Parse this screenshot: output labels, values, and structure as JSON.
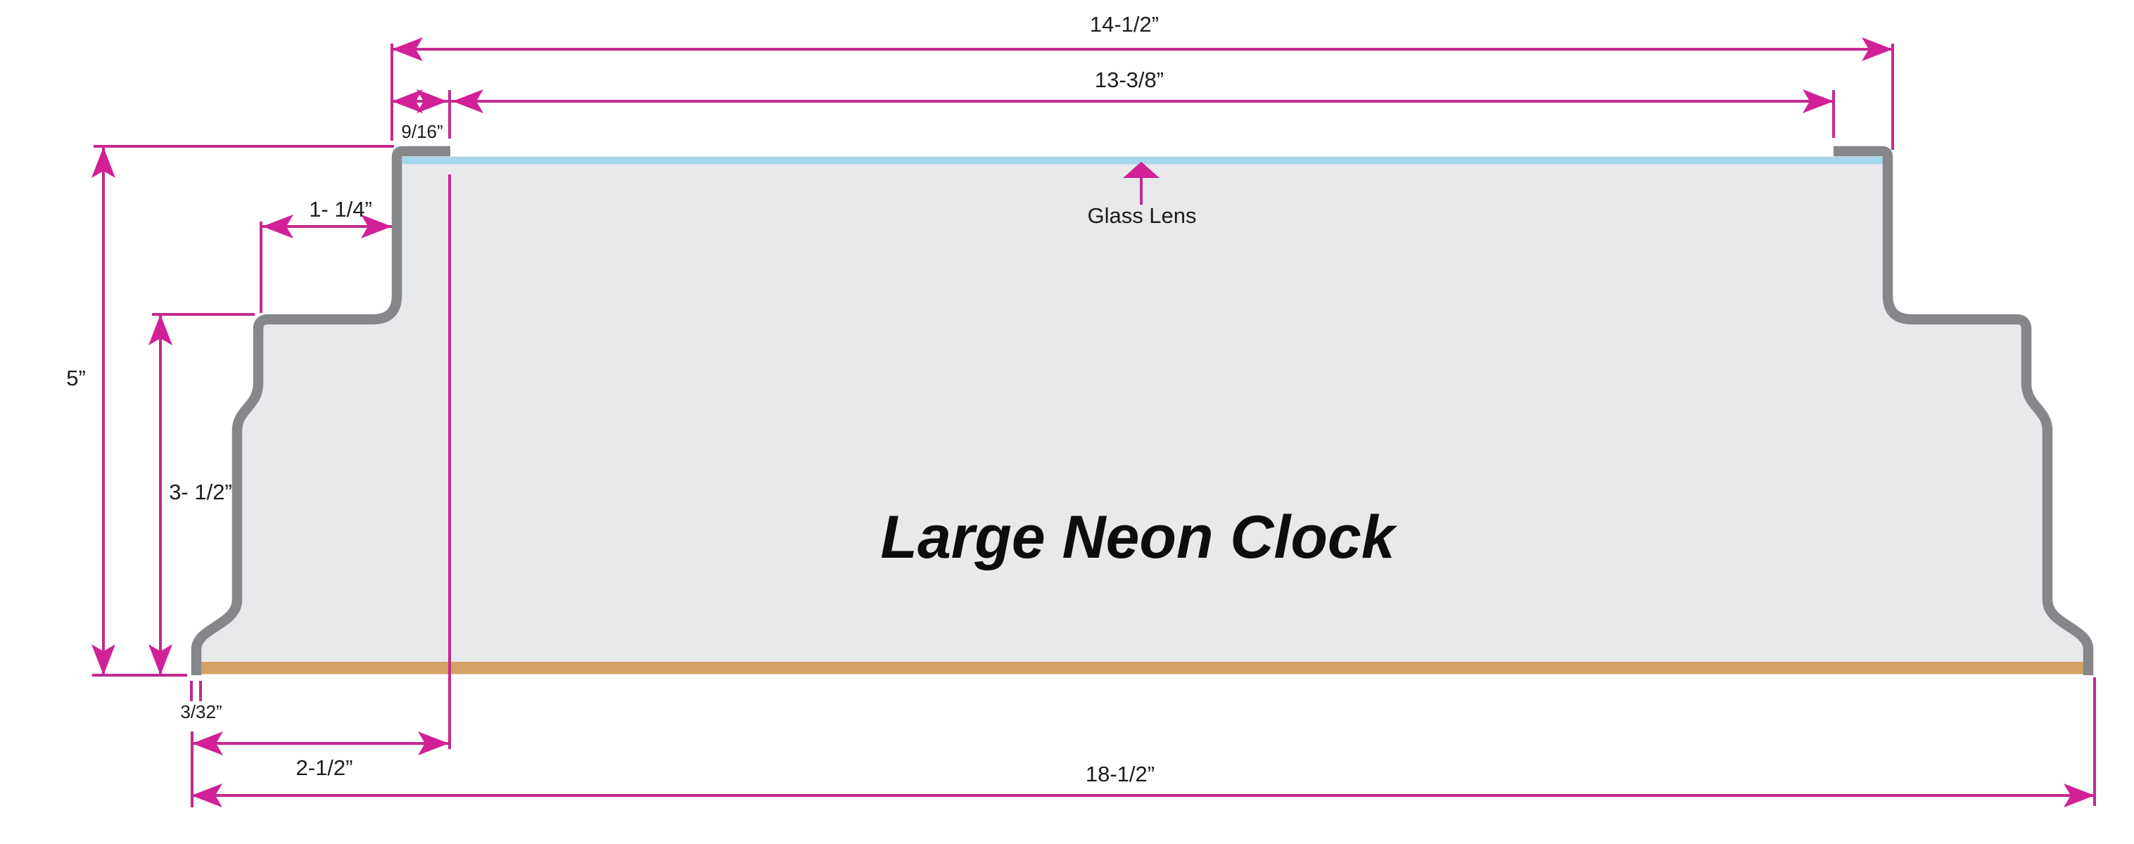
{
  "diagram": {
    "title": "Large Neon Clock",
    "lens_label": "Glass Lens",
    "dimensions": {
      "top_width": "14-1/2”",
      "lens_opening_width": "13-3/8”",
      "lip_width": "9/16”",
      "overall_height": "5”",
      "step_offset": "1- 1/4”",
      "lower_height": "3- 1/2”",
      "wall_thickness": "3/32”",
      "foot_inset": "2-1/2”",
      "base_width": "18-1/2”"
    }
  },
  "colors": {
    "dimension": "#c32a8f",
    "arrow": "#d22097",
    "housing_outline": "#85878a",
    "housing_fill": "#e8e9eb",
    "lens": "#a6d8eb",
    "back_panel": "#d2a264",
    "text": "#1c1c1c",
    "background": "#ffffff"
  }
}
